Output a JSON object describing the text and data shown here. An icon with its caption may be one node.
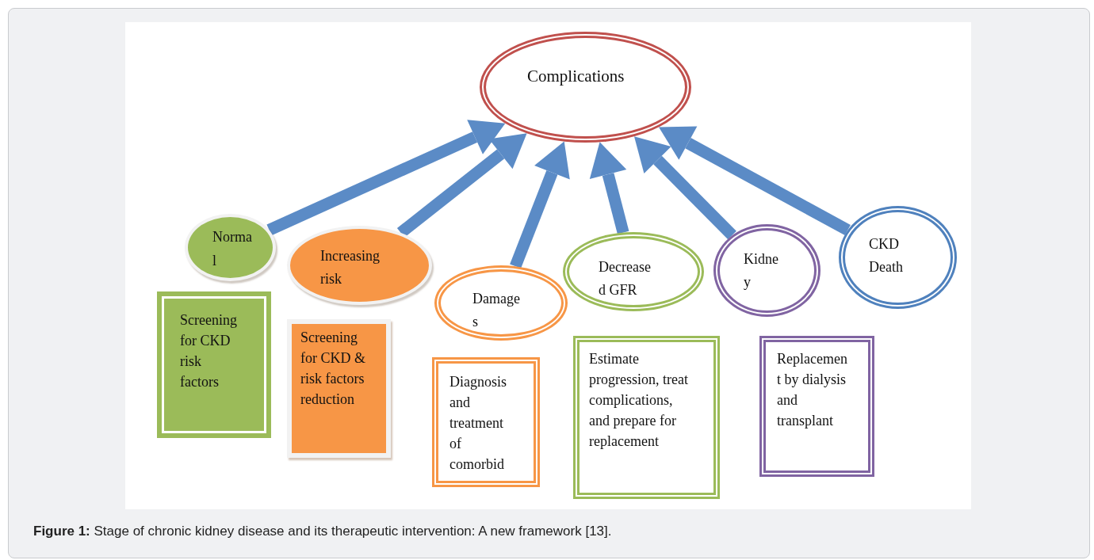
{
  "diagram": {
    "caption": "**Figure 1:** Stage of chronic kidney disease and its therapeutic intervention: A new framework [13].",
    "nodes": [
      {
        "text": [
          "Complications"
        ]
      },
      {
        "text": [
          "Norma l"
        ]
      },
      {
        "text": [
          "Screening for CKD risk factors"
        ]
      },
      {
        "text": [
          "Increasing risk"
        ]
      },
      {
        "text": [
          "Screening for CKD & risk factors reduction"
        ]
      },
      {
        "text": [
          "Damage s"
        ]
      },
      {
        "text": [
          "Diagnosis and treatment of comorbid"
        ]
      },
      {
        "text": [
          "Decrease d GFR"
        ]
      },
      {
        "text": [
          "Estimate progression, treat complications, and prepare for replacement"
        ]
      },
      {
        "text": [
          "Kidne y"
        ]
      },
      {
        "text": [
          "Replacemen t by dialysis and transplant"
        ]
      },
      {
        "text": [
          "CKD Death"
        ]
      }
    ],
    "edges": [
      {
        "from": 1,
        "to": 0,
        "arrow": "to"
      },
      {
        "from": 3,
        "to": 0,
        "arrow": "to"
      },
      {
        "from": 5,
        "to": 0,
        "arrow": "to"
      },
      {
        "from": 7,
        "to": 0,
        "arrow": "to"
      },
      {
        "from": 9,
        "to": 0,
        "arrow": "to"
      },
      {
        "from": 11,
        "to": 0,
        "arrow": "to"
      }
    ]
  }
}
